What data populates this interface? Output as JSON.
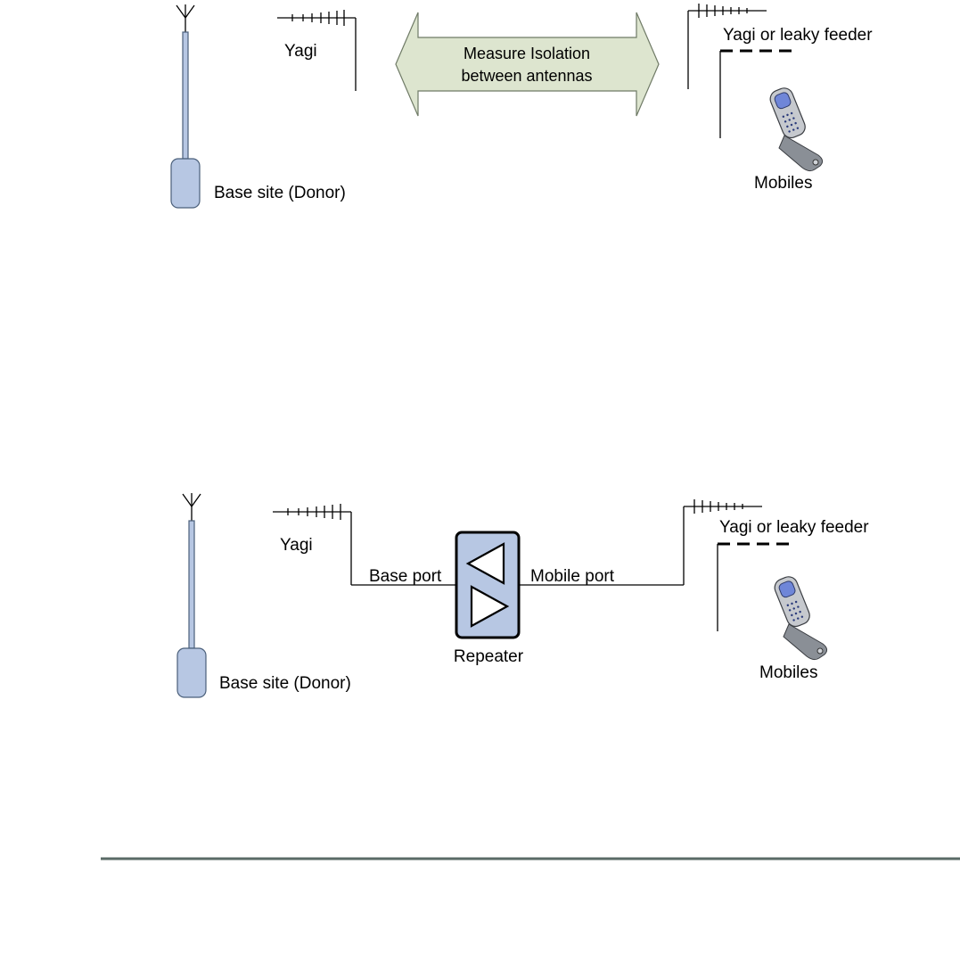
{
  "colors": {
    "equipment_fill": "#b7c7e3",
    "equipment_stroke": "#4a5f7a",
    "arrow_fill": "#dde5cf",
    "arrow_stroke": "#6f7a66",
    "footer_rule": "#5a6a66"
  },
  "icons": [
    "antenna-icon",
    "yagi-antenna-icon",
    "leaky-feeder-icon",
    "mobile-phone-icon",
    "repeater-icon",
    "double-headed-arrow-icon"
  ],
  "top_diagram": {
    "yagi_label": "Yagi",
    "base_site_label": "Base site (Donor)",
    "remote_antenna_label": "Yagi or leaky feeder",
    "mobiles_label": "Mobiles",
    "isolation_line1": "Measure Isolation",
    "isolation_line2": "between antennas"
  },
  "bottom_diagram": {
    "yagi_label": "Yagi",
    "base_site_label": "Base site (Donor)",
    "remote_antenna_label": "Yagi or leaky feeder",
    "mobiles_label": "Mobiles",
    "base_port_label": "Base port",
    "mobile_port_label": "Mobile port",
    "repeater_label": "Repeater"
  }
}
